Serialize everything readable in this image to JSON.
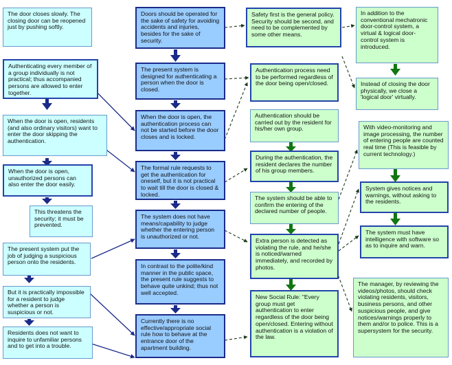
{
  "left": [
    "The door closes slowly. The closing door can be reopened just by pushing softly.",
    "Authenticating every member of a group individually is not practical; thus accompanied persons are allowed to enter together.",
    "When the door is open, residents (and also ordinary visitors) want to enter the door skipping the authentication.",
    "When the door is open, unauthorized persons can also enter the door easily.",
    "This threatens the security; it must be prevented.",
    "The present system put the job of judging a suspicious person onto the residents.",
    "But it is practically impossible for a resident to judge whether a person is suspicious or not.",
    "Residents does not want to inquire to unfamiliar persons and to get into a trouble."
  ],
  "center": [
    "Doors should be operated for the sake of safety for avoiding accidents and injuries, besides for the sake of security.",
    "The present system is designed for authenticating a person when the door is closed.",
    "When the door is open, the authentication process can not be started before the door closes and is locked.",
    "The formal rule requests to get the authentication for oneself, but it is not practical to wait till the door is closed & locked.",
    "The system does not have means/capability to judge whether the entering person is unauthorized or not.",
    "In contrast to the polite/kind manner in the public space, the present rule suggests to behave quite unkind; thus not well accepted.",
    "Currently there is no effective/appropriate social rule how to behave at the entrance door of the apartment building."
  ],
  "mid": [
    "Safety first is the general policy. Security should be second, and need to be complemented by some other means.",
    "Authentication process need to be performed regardless of the door being open/closed.",
    "Authentication should be carried out by the resident for his/her own group.",
    "During the authentication, the resident declares the number of his group members.",
    "The system should be able to confirm the entering of the declared number of people.",
    "Extra person is detected as violating the rule, and he/she is noticed/warned immediately, and recorded by photos.",
    "New Social Rule: \"Every group must get authentication to enter regardless of the door being open/closed. Entering without authentication is a violation of the law."
  ],
  "right": [
    "In addition to the conventional mechatronic door-control system, a virtual & logical door-control system is introduced.",
    "Instead of closing the door physically, we close a 'logical door' virtually.",
    "With video-monitoring and image processing, the number of entering people are counted real time (This is feasible by current technology.)",
    "System gives notices and warnings, without asking to the residents.",
    "The system must have intelligence with software so as to inquire and warn.",
    "The manager, by reviewing the videos/photos, should check violating residents, visitors, business persons, and other suspicious people, and give notices/warnings properly to them and/or to police.  This is a supersystem for the security."
  ]
}
